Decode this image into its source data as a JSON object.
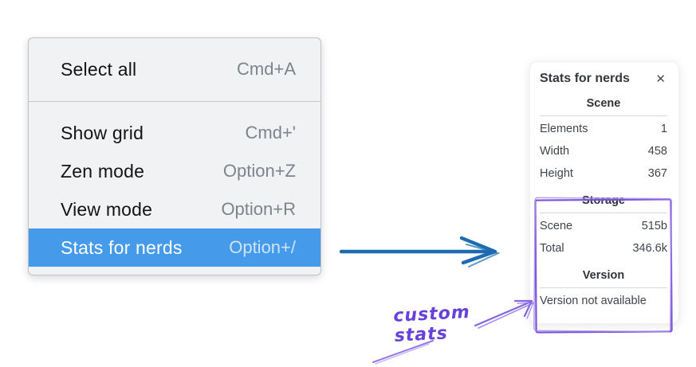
{
  "colors": {
    "menu_highlight": "#459ae9",
    "menu_background": "#f1f2f3",
    "menu_shortcut_gray": "#7d848b",
    "arrow_blue": "#1d6bb0",
    "annotation_purple": "#6741d9",
    "annotation_purple_stroke": "#7a52d9",
    "annotation_purple_light": "#9678ea",
    "panel_text": "#3f454c"
  },
  "icons": {
    "close": "✕"
  },
  "menu": {
    "selected_item": "Stats for nerds",
    "items": [
      {
        "label": "Select all",
        "shortcut": "Cmd+A"
      },
      {
        "label": "Show grid",
        "shortcut": "Cmd+'"
      },
      {
        "label": "Zen mode",
        "shortcut": "Option+Z"
      },
      {
        "label": "View mode",
        "shortcut": "Option+R"
      },
      {
        "label": "Stats for nerds",
        "shortcut": "Option+/"
      }
    ]
  },
  "stats_panel": {
    "title": "Stats for nerds",
    "scene": {
      "heading": "Scene",
      "rows": [
        {
          "label": "Elements",
          "value": "1"
        },
        {
          "label": "Width",
          "value": "458"
        },
        {
          "label": "Height",
          "value": "367"
        }
      ]
    },
    "storage": {
      "heading": "Storage",
      "rows": [
        {
          "label": "Scene",
          "value": "515b"
        },
        {
          "label": "Total",
          "value": "346.6k"
        }
      ]
    },
    "version": {
      "heading": "Version",
      "note": "Version not available"
    }
  },
  "annotations": {
    "custom_stats": "custom stats"
  }
}
